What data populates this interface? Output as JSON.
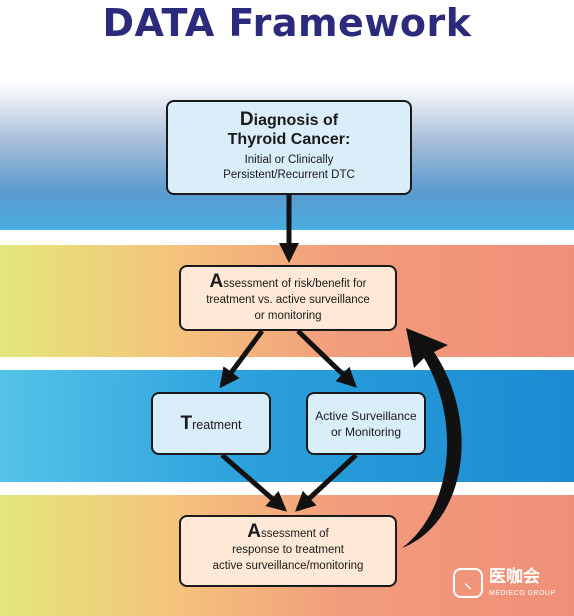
{
  "title": "DATA Framework",
  "nodes": {
    "diagnosis": {
      "initial": "D",
      "line1_rest": "iagnosis of",
      "line2": "Thyroid Cancer:",
      "sub1": "Initial or Clinically",
      "sub2": "Persistent/Recurrent DTC"
    },
    "assess_risk": {
      "initial": "A",
      "line1_rest": "ssessment of risk/benefit for",
      "line2": "treatment vs. active surveillance",
      "line3": "or monitoring"
    },
    "treatment": {
      "initial": "T",
      "rest": "reatment"
    },
    "surveillance": {
      "line1": "Active Surveillance",
      "line2": "or Monitoring"
    },
    "assess_response": {
      "initial": "A",
      "line1_rest": "ssessment of",
      "line2": "response to treatment",
      "line3": "active surveillance/monitoring"
    }
  },
  "watermark": {
    "name": "医咖会",
    "sub": "MEDIECO GROUP"
  },
  "colors": {
    "title": "#2c2a7c",
    "node_blue": "#d9eef9",
    "node_cream": "#fde9d6",
    "arrow": "#111111"
  }
}
